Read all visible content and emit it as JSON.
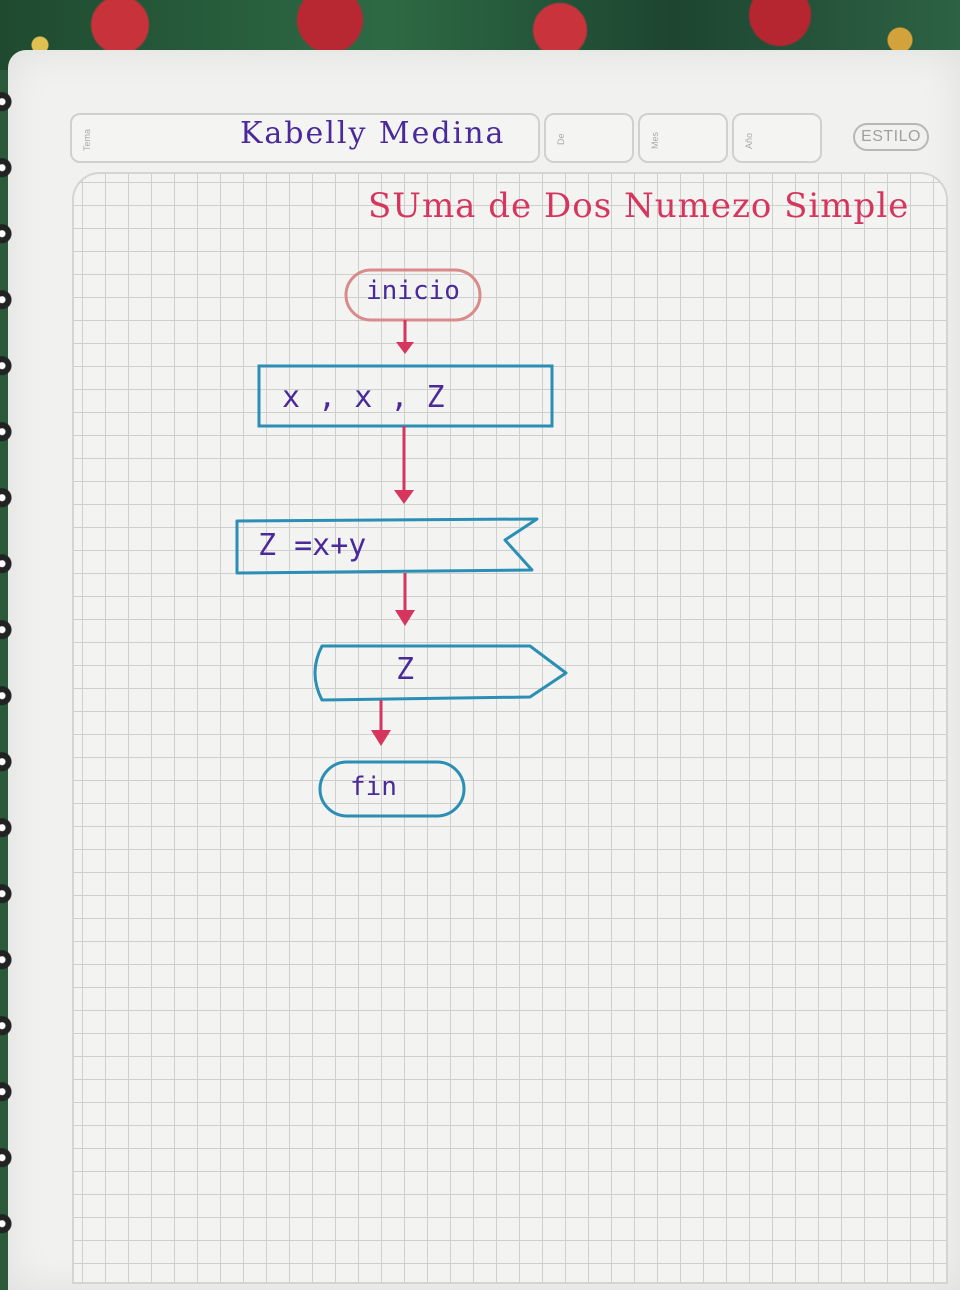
{
  "header": {
    "labels": {
      "tema": "Tema",
      "de": "De",
      "mes": "Mes",
      "ano": "Año"
    },
    "brand": "ESTILO",
    "author": "Kabelly Medina"
  },
  "diagram": {
    "title": "SUma de Dos Numezo Simple",
    "nodes": {
      "start": "inicio",
      "input": "x , x , Z",
      "process": "Z =x+y",
      "output": "Z",
      "end": "fin"
    }
  },
  "colors": {
    "pink": "#d6365e",
    "blue": "#2b8fb5",
    "purple": "#4a2a9a"
  }
}
